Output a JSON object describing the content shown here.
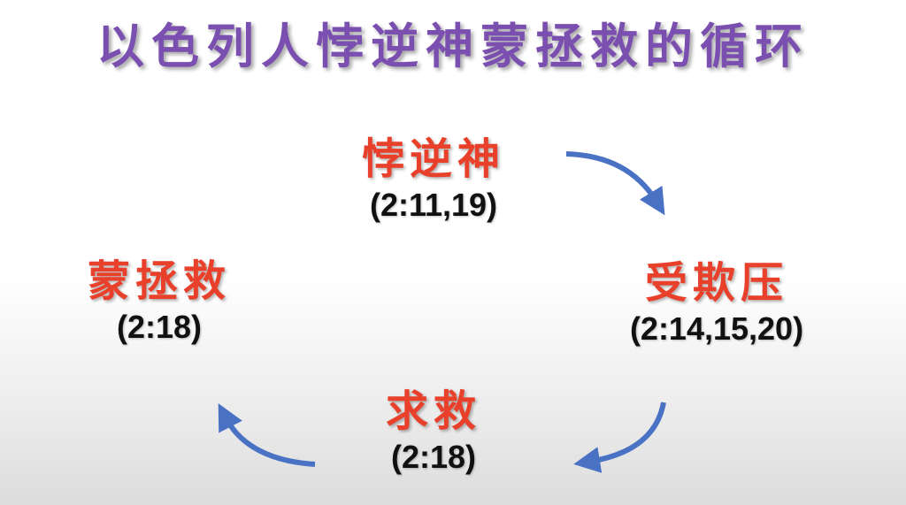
{
  "title": "以色列人悖逆神蒙拯救的循环",
  "arrow_color": "#4a72c4",
  "nodes": [
    {
      "label": "悖逆神",
      "ref": "(2:11,19)"
    },
    {
      "label": "受欺压",
      "ref": "(2:14,15,20)"
    },
    {
      "label": "求救",
      "ref": "(2:18)"
    },
    {
      "label": "蒙拯救",
      "ref": "(2:18)"
    }
  ]
}
